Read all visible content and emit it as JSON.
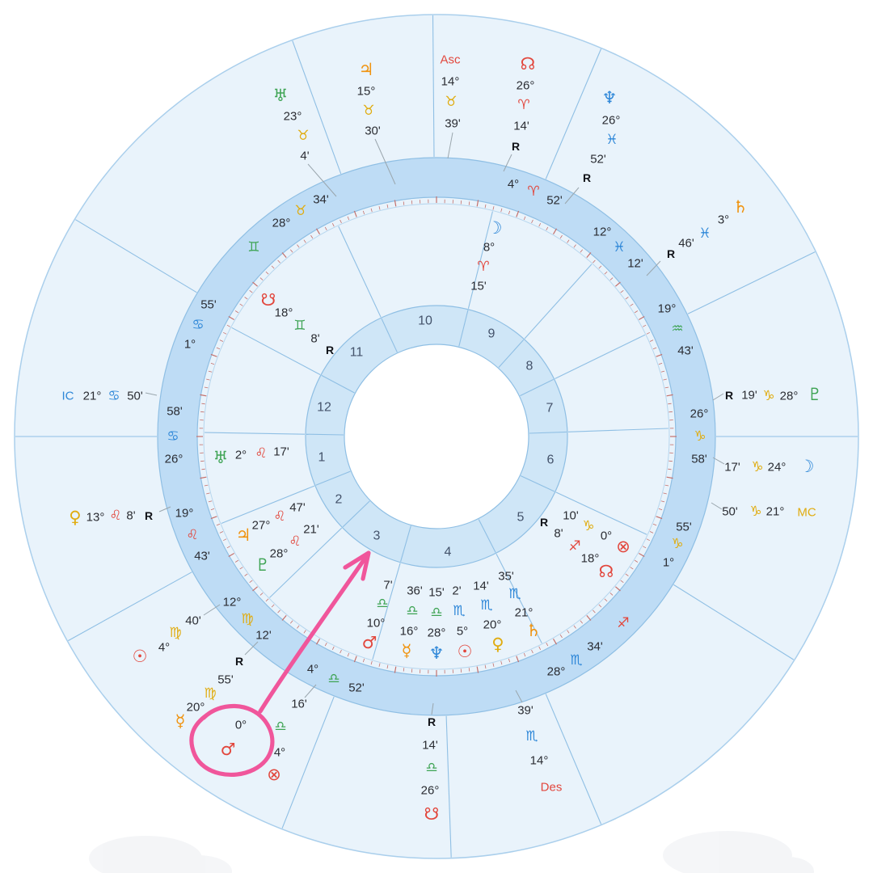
{
  "chart_type": "astrology-bi-wheel",
  "palette": {
    "fire": "#e2473d",
    "earth": "#e0ac10",
    "air": "#3fa455",
    "water": "#2e87d8",
    "disc": "#e9f3fb",
    "band": "#bedcf5",
    "house_ring": "#cfe6f7",
    "line": "#8fbfe4",
    "tick": "#c4706c",
    "annotation": "#f0569b"
  },
  "houses": [
    "1",
    "2",
    "3",
    "4",
    "5",
    "6",
    "7",
    "8",
    "9",
    "10",
    "11",
    "12"
  ],
  "band": {
    "cusps": [
      {
        "deg": "4°",
        "sign": "♈",
        "min": "52'"
      },
      {
        "deg": "28°",
        "sign": "♉",
        "min": "34'"
      },
      {
        "deg": "1°",
        "sign": "♋",
        "min": "55'"
      },
      {
        "deg": "26°",
        "sign": "♋",
        "min": "58'"
      },
      {
        "deg": "19°",
        "sign": "♌",
        "min": "43'"
      },
      {
        "deg": "12°",
        "sign": "♍",
        "min": "12'"
      },
      {
        "deg": "4°",
        "sign": "♎",
        "min": "52'"
      },
      {
        "deg": "28°",
        "sign": "♏",
        "min": "34'"
      },
      {
        "deg": "1°",
        "sign": "♑",
        "min": "55'"
      },
      {
        "deg": "26°",
        "sign": "♑",
        "min": "58'"
      },
      {
        "deg": "19°",
        "sign": "♒",
        "min": "43'"
      },
      {
        "deg": "12°",
        "sign": "♓",
        "min": "12'"
      }
    ],
    "lone_signs": [
      {
        "sign": "♊"
      },
      {
        "sign": "♐"
      }
    ]
  },
  "outer_ring": [
    {
      "name": "uranus",
      "glyph": "♅",
      "deg": "23°",
      "sign": "♉",
      "min": "4'"
    },
    {
      "name": "jupiter",
      "glyph": "♃",
      "deg": "15°",
      "sign": "♉",
      "min": "30'"
    },
    {
      "name": "ascendant",
      "glyph": "Asc",
      "deg": "14°",
      "sign": "♉",
      "min": "39'"
    },
    {
      "name": "north-node",
      "glyph": "☊",
      "deg": "26°",
      "sign": "♈",
      "min": "14'",
      "retro": "R"
    },
    {
      "name": "neptune",
      "glyph": "♆",
      "deg": "26°",
      "sign": "♓",
      "min": "52'",
      "retro": "R"
    },
    {
      "name": "saturn",
      "glyph": "♄",
      "deg": "3°",
      "sign": "♓",
      "min": "46'",
      "retro": "R"
    },
    {
      "name": "pluto",
      "glyph": "♇",
      "deg": "28°",
      "sign": "♑",
      "min": "19'",
      "retro": "R"
    },
    {
      "name": "moon",
      "glyph": "☽",
      "deg": "24°",
      "sign": "♑",
      "min": "17'"
    },
    {
      "name": "midheaven",
      "glyph": "MC",
      "deg": "21°",
      "sign": "♑",
      "min": "50'"
    },
    {
      "name": "descendant",
      "glyph": "Des",
      "deg": "14°",
      "sign": "♏",
      "min": "39'"
    },
    {
      "name": "south-node",
      "glyph": "☋",
      "deg": "26°",
      "sign": "♎",
      "min": "14'",
      "retro": "R"
    },
    {
      "name": "fortune",
      "glyph": "⊗",
      "deg": "4°",
      "sign": "♎",
      "min": "16'"
    },
    {
      "name": "mars",
      "glyph": "♂",
      "deg": "0°"
    },
    {
      "name": "mercury",
      "glyph": "☿",
      "deg": "20°",
      "sign": "♍",
      "min": "55'",
      "retro": "R"
    },
    {
      "name": "sun",
      "glyph": "☉",
      "deg": "4°",
      "sign": "♍",
      "min": "40'"
    },
    {
      "name": "venus",
      "glyph": "♀",
      "deg": "13°",
      "sign": "♌",
      "min": "8'",
      "retro": "R"
    },
    {
      "name": "ic",
      "glyph": "IC",
      "deg": "21°",
      "sign": "♋",
      "min": "50'"
    }
  ],
  "inner_ring": [
    {
      "name": "moon",
      "glyph": "☽",
      "deg": "8°",
      "sign": "♈",
      "min": "15'"
    },
    {
      "name": "south-node",
      "glyph": "☋",
      "deg": "18°",
      "sign": "♊",
      "min": "8'",
      "retro": "R"
    },
    {
      "name": "uranus",
      "glyph": "♅",
      "deg": "2°",
      "sign": "♌",
      "min": "17'"
    },
    {
      "name": "jupiter",
      "glyph": "♃",
      "deg": "27°",
      "sign": "♌",
      "min": "47'"
    },
    {
      "name": "pluto",
      "glyph": "♇",
      "deg": "28°",
      "sign": "♌",
      "min": "21'"
    },
    {
      "name": "mars",
      "glyph": "♂",
      "deg": "10°",
      "sign": "♎",
      "min": "7'"
    },
    {
      "name": "mercury",
      "glyph": "☿",
      "deg": "16°",
      "sign": "♎",
      "min": "36'"
    },
    {
      "name": "neptune",
      "glyph": "♆",
      "deg": "28°",
      "sign": "♎",
      "min": "15'"
    },
    {
      "name": "sun",
      "glyph": "☉",
      "deg": "5°",
      "sign": "♏",
      "min": "2'"
    },
    {
      "name": "venus",
      "glyph": "♀",
      "deg": "20°",
      "sign": "♏",
      "min": "14'"
    },
    {
      "name": "saturn",
      "glyph": "♄",
      "deg": "21°",
      "sign": "♏",
      "min": "35'"
    },
    {
      "name": "north-node",
      "glyph": "☊",
      "deg": "18°",
      "sign": "♐",
      "min": "8'",
      "retro": "R"
    },
    {
      "name": "fortune",
      "glyph": "⊗",
      "deg": "0°",
      "sign": "♑",
      "min": "10'"
    }
  ],
  "annotation": {
    "shape": "hand-drawn-circle-and-arrow",
    "target": "mars-0-libra",
    "points_to": "house-3",
    "color": "#f0569b"
  }
}
